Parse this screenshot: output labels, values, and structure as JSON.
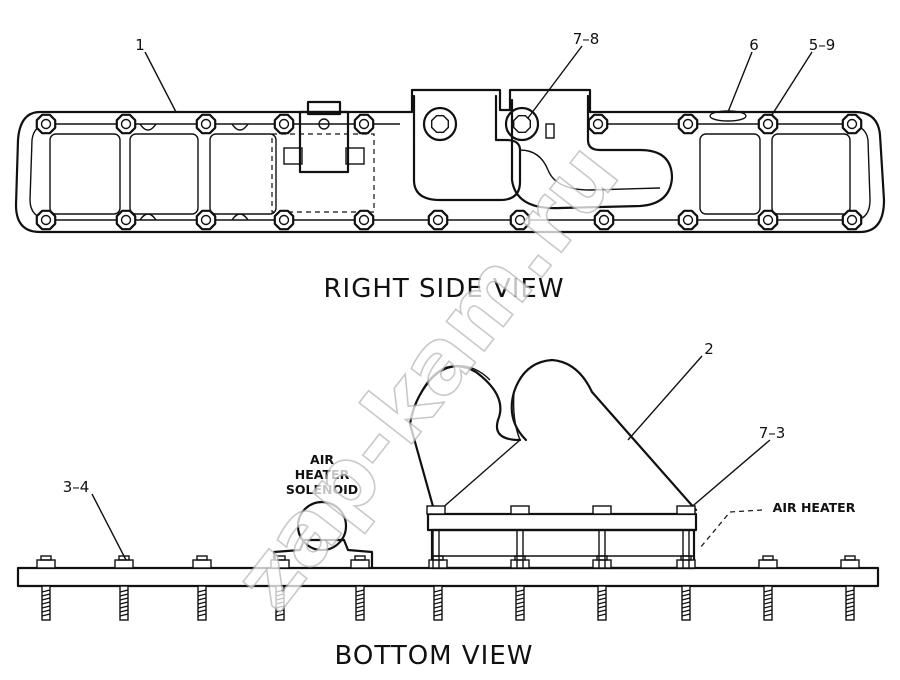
{
  "views": {
    "right_side_title": "RIGHT SIDE VIEW",
    "bottom_title": "BOTTOM VIEW"
  },
  "callouts": {
    "c1": "1",
    "c7_8": "7–8",
    "c6": "6",
    "c5_9": "5–9",
    "c2": "2",
    "c7_3": "7–3",
    "c3_4": "3–4"
  },
  "labels": {
    "air_heater": "AIR HEATER",
    "solenoid_line1": "AIR",
    "solenoid_line2": "HEATER",
    "solenoid_line3": "SOLENOID"
  },
  "watermark": {
    "text": "zap-kam.ru"
  }
}
